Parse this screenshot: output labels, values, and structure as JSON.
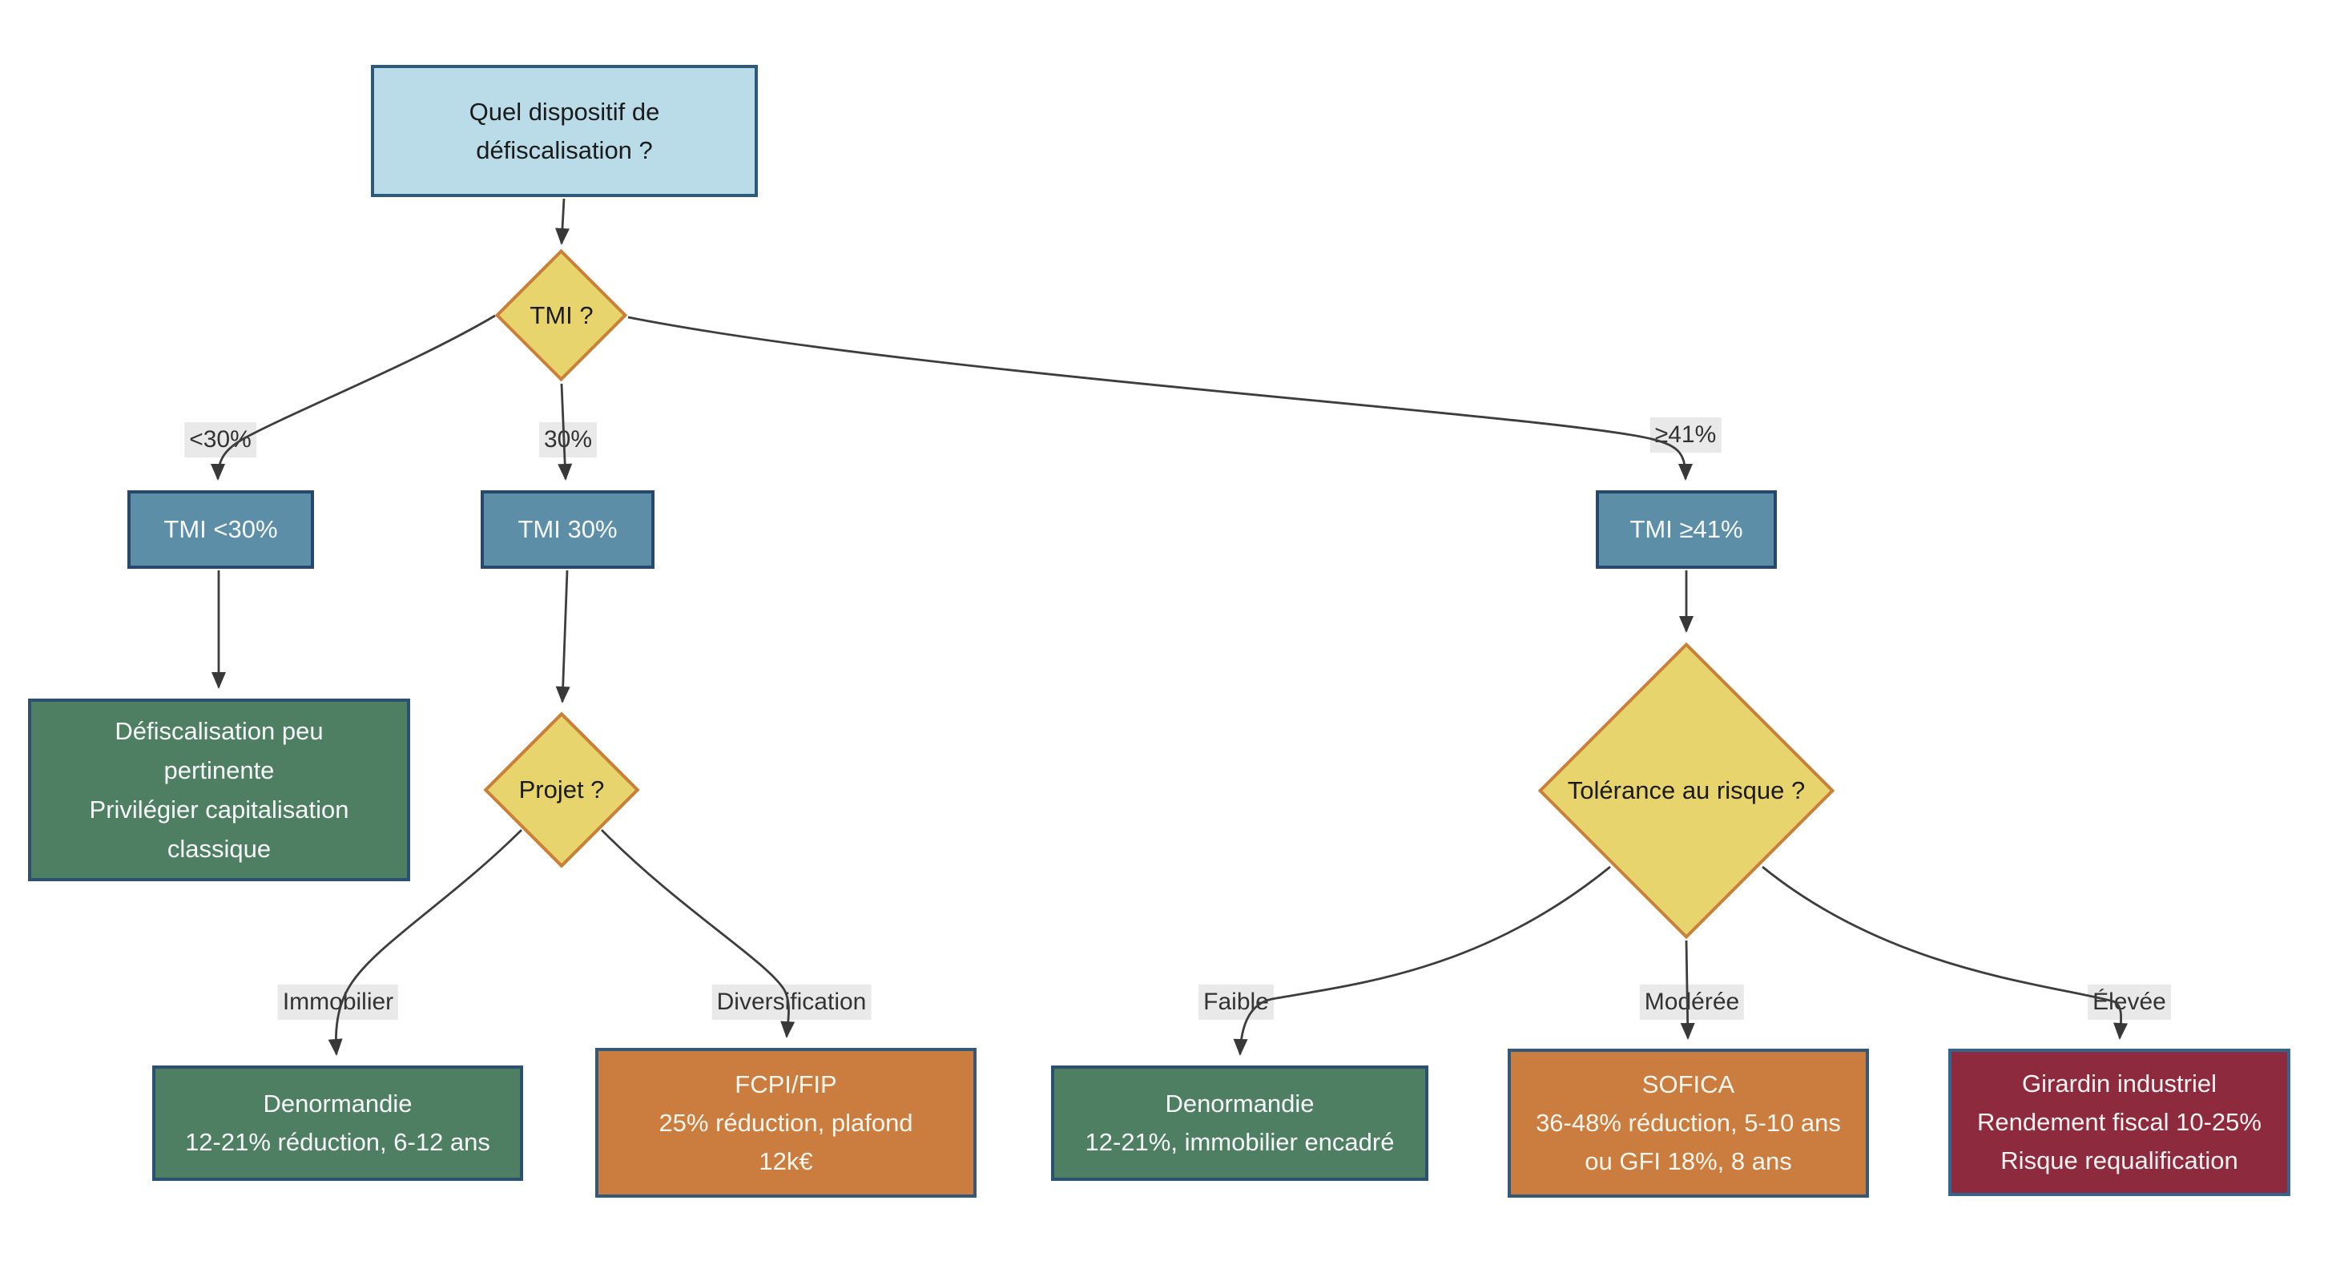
{
  "diagram_title": "Quel dispositif de défiscalisation ?",
  "question_node": {
    "lines": [
      "Quel dispositif de",
      "défiscalisation ?"
    ]
  },
  "decisions": {
    "tmi": {
      "label": "TMI ?"
    },
    "projet": {
      "label": "Projet ?"
    },
    "risque": {
      "label": "Tolérance au risque ?"
    }
  },
  "tmi_nodes": {
    "lt30": {
      "label": "TMI <30%"
    },
    "eq30": {
      "label": "TMI 30%"
    },
    "ge41": {
      "label": "TMI ≥41%"
    }
  },
  "edge_labels": {
    "lt30": "<30%",
    "eq30": "30%",
    "ge41": "≥41%",
    "immobilier": "Immobilier",
    "diversification": "Diversification",
    "faible": "Faible",
    "moderee": "Modérée",
    "elevee": "Élevée"
  },
  "outcomes": {
    "no_defisc": {
      "lines": [
        "Défiscalisation peu",
        "pertinente",
        "Privilégier capitalisation",
        "classique"
      ]
    },
    "denormandie_immo": {
      "lines": [
        "Denormandie",
        "12-21% réduction, 6-12 ans"
      ]
    },
    "fcpi_fip": {
      "lines": [
        "FCPI/FIP",
        "25% réduction, plafond",
        "12k€"
      ]
    },
    "denormandie_faible": {
      "lines": [
        "Denormandie",
        "12-21%, immobilier encadré"
      ]
    },
    "sofica": {
      "lines": [
        "SOFICA",
        "36-48% réduction, 5-10 ans",
        "ou GFI 18%, 8 ans"
      ]
    },
    "girardin": {
      "lines": [
        "Girardin industriel",
        "Rendement fiscal 10-25%",
        "Risque requalification"
      ]
    }
  },
  "colors": {
    "question_fill": "#b9dce8",
    "decision_fill": "#e8d46c",
    "decision_border": "#c8803a",
    "tmi_fill": "#5d8ea8",
    "outcome_green": "#4f7f63",
    "outcome_orange": "#ca7d3e",
    "outcome_red": "#8e2a3e",
    "node_border_blue": "#2d5a7b",
    "edge_line": "#3d3d3d",
    "edge_label_bg": "#e9e9e9"
  }
}
